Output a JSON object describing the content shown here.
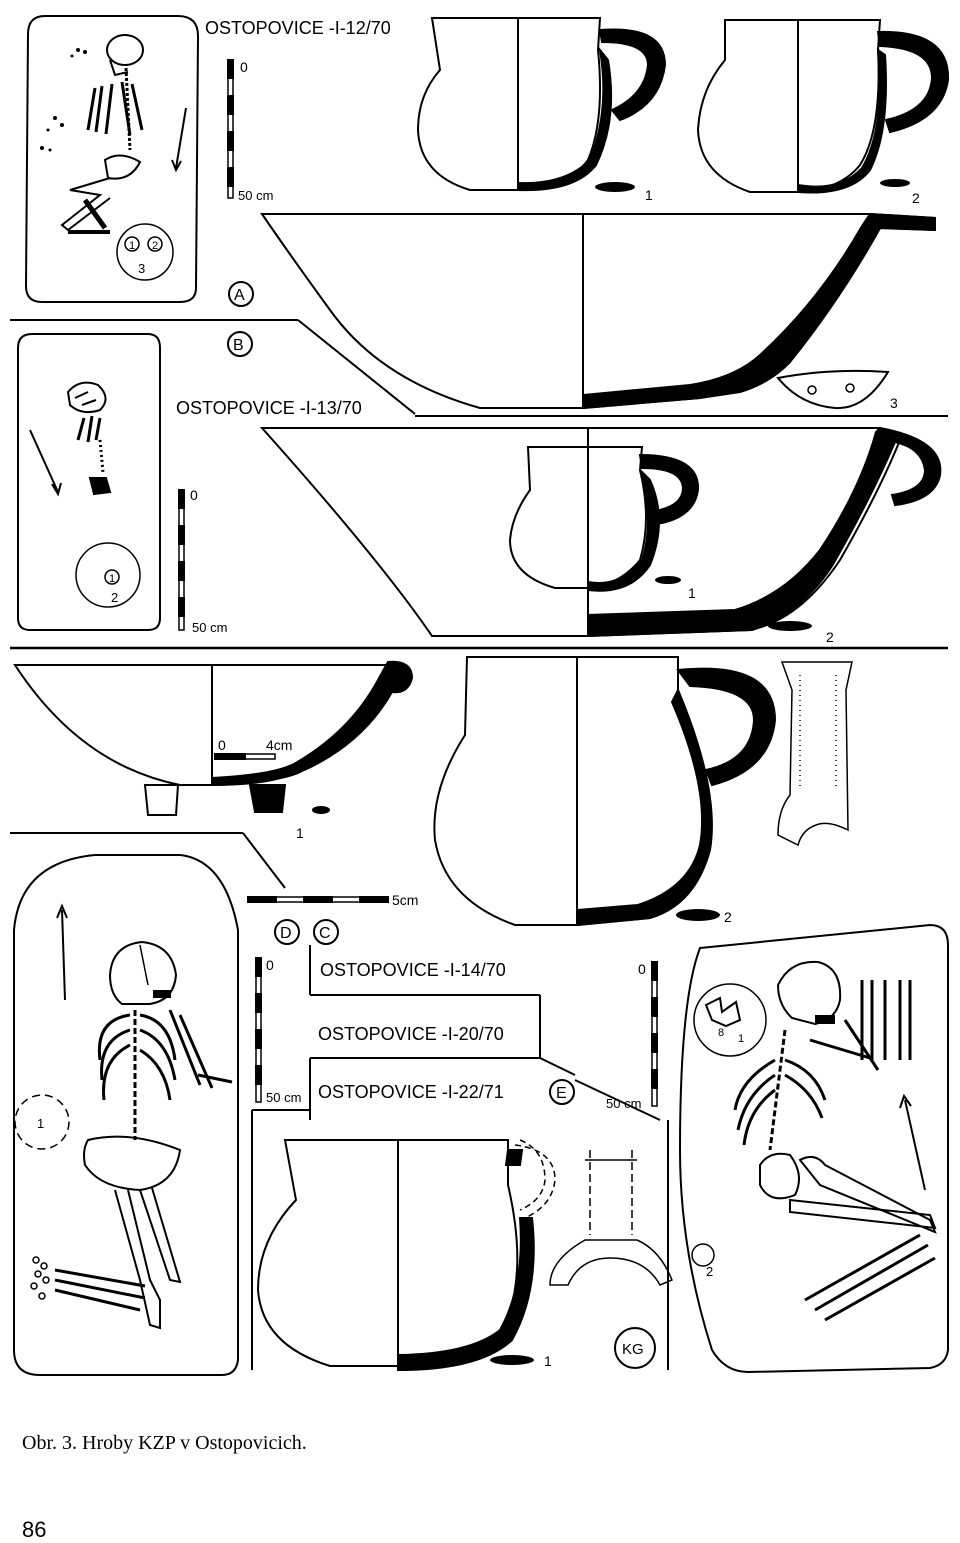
{
  "labels": {
    "site_12": "OSTOPOVICE -I-12/70",
    "site_13": "OSTOPOVICE -I-13/70",
    "site_14": "OSTOPOVICE -I-14/70",
    "site_20": "OSTOPOVICE -I-20/70",
    "site_22": "OSTOPOVICE -I-22/71",
    "letter_a": "A",
    "letter_b": "B",
    "letter_c": "C",
    "letter_d": "D",
    "letter_e": "E",
    "kg": "KG",
    "scale_50cm": "50 cm",
    "scale_4cm": "4cm",
    "scale_5cm": "5cm",
    "zero": "0",
    "n1": "1",
    "n2": "2",
    "n3": "3"
  },
  "caption": "Obr. 3. Hroby KZP v Ostopovicich.",
  "page_number": "86"
}
